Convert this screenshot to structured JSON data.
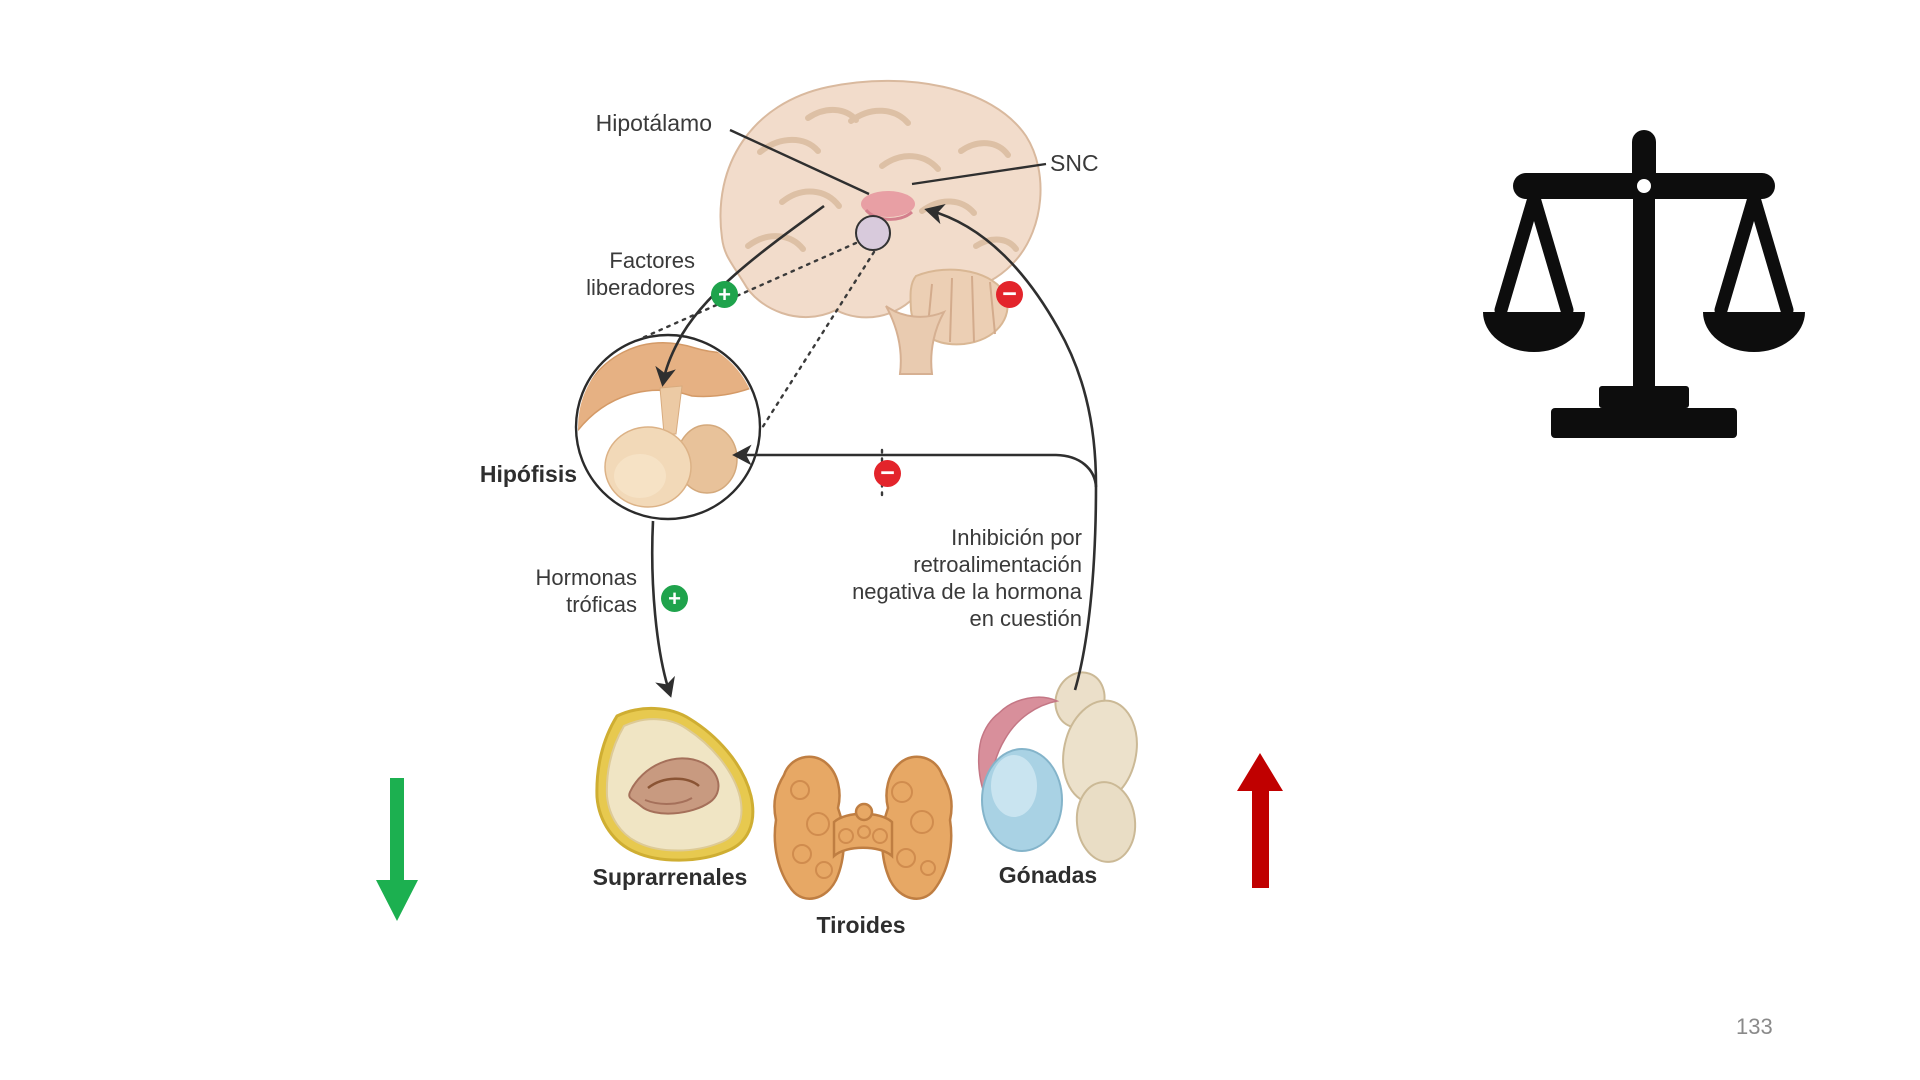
{
  "page": {
    "number": "133"
  },
  "diagram": {
    "labels": {
      "hypothalamus": "Hipotálamo",
      "cns": "SNC",
      "releasing_factors": "Factores\nliberadores",
      "pituitary": "Hipófisis",
      "trophic_hormones": "Hormonas\ntróficas",
      "negative_feedback": "Inhibición por\nretroalimentación\nnegativa de la hormona\nen cuestión",
      "adrenals": "Suprarrenales",
      "thyroid": "Tiroides",
      "gonads": "Gónadas"
    },
    "badges": {
      "plus": "+",
      "minus": "−"
    }
  },
  "colors": {
    "positive_badge": "#1fa34c",
    "negative_badge": "#e3242b",
    "decrease_arrow": "#1cb050",
    "increase_arrow": "#c00000",
    "line": "#2f2f2f",
    "label_text": "#3a3a3a",
    "bold_label_text": "#2e2e2e",
    "page_number": "#8a8a8a",
    "scale_icon": "#0d0d0d"
  }
}
